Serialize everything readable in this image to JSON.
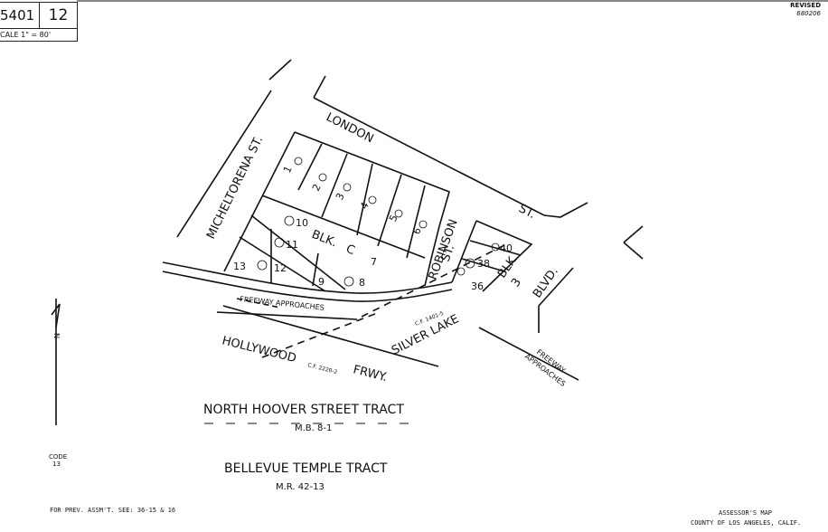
{
  "header": {
    "book": "5401",
    "page": "12",
    "scale": "CALE 1\" = 80'",
    "revised_label": "REVISED",
    "revised_date": "680206"
  },
  "streets": {
    "london": "LONDON",
    "st_london": "ST.",
    "micheltorena": "MICHELTORENA ST.",
    "robinson": "ROBINSON",
    "robinson_st": "ST.",
    "silver_lake": "SILVER LAKE",
    "blvd": "BLVD.",
    "hollywood": "HOLLYWOOD",
    "frwy": "FRWY.",
    "freeway_approaches_1": "FREEWAY APPROACHES",
    "freeway_approaches_2a": "FREEWAY",
    "freeway_approaches_2b": "APPROACHES",
    "cf1": "C.F. 1401-5",
    "cf2": "C.F. 2220-2"
  },
  "blocks": {
    "blk_c_1": "BLK.",
    "blk_c_2": "C",
    "blk_3_1": "BLK.",
    "blk_3_2": "3"
  },
  "lots": [
    "1",
    "2",
    "3",
    "4",
    "5",
    "6",
    "7",
    "8",
    "9",
    "10",
    "11",
    "12",
    "13",
    "38",
    "40",
    "36"
  ],
  "lot_suffix": {
    "l12": "12",
    "l13": "13",
    "l9": "9"
  },
  "tracts": {
    "north_hoover": "NORTH HOOVER STREET TRACT",
    "north_hoover_ref": "M.B. 8-1",
    "bellevue": "BELLEVUE TEMPLE TRACT",
    "bellevue_ref": "M.R. 42-13"
  },
  "north_arrow": "N",
  "code": {
    "label": "CODE",
    "value": "13"
  },
  "footer": {
    "prev": "FOR PREV. ASSM'T. SEE:  36-15 & 16",
    "assessor": "ASSESSOR'S MAP",
    "county": "COUNTY OF LOS ANGELES, CALIF."
  },
  "colors": {
    "ink": "#111111",
    "paper": "#ffffff"
  }
}
